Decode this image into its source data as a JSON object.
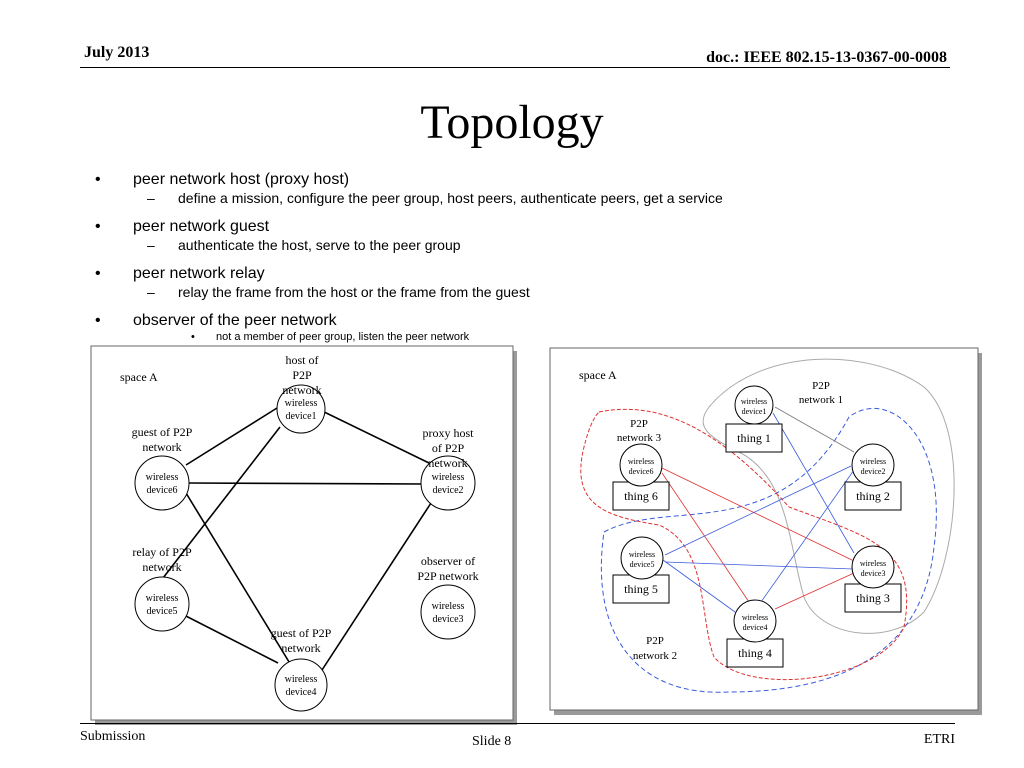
{
  "header": {
    "date": "July 2013",
    "doc_id": "doc.: IEEE 802.15-13-0367-00-0008"
  },
  "slide": {
    "title": "Topology",
    "bullets": [
      {
        "text": "peer network host (proxy host)",
        "sub": "define a mission, configure the peer group, host peers, authenticate peers, get a service"
      },
      {
        "text": "peer network guest",
        "sub": "authenticate the host, serve to the peer group"
      },
      {
        "text": "peer network relay",
        "sub": "relay the frame from the host or the frame from the guest"
      },
      {
        "text": "observer of the peer network",
        "sub3": "not a member of peer group, listen the peer network"
      }
    ],
    "markers": {
      "bullet": "•",
      "dash": "–"
    }
  },
  "left_diagram": {
    "space_label": "space A",
    "roles": {
      "host": [
        "host of",
        "P2P",
        "network"
      ],
      "guest6": [
        "guest of P2P",
        "network"
      ],
      "proxy": [
        "proxy host",
        "of P2P",
        "network"
      ],
      "relay": [
        "relay of P2P",
        "network"
      ],
      "observer": [
        "observer of",
        "P2P network"
      ],
      "guest4": [
        "guest of P2P",
        "network"
      ]
    },
    "devices": {
      "d1": [
        "wireless",
        "device1"
      ],
      "d6": [
        "wireless",
        "device6"
      ],
      "d2": [
        "wireless",
        "device2"
      ],
      "d5": [
        "wireless",
        "device5"
      ],
      "d3": [
        "wireless",
        "device3"
      ],
      "d4": [
        "wireless",
        "device4"
      ]
    }
  },
  "right_diagram": {
    "space_label": "space A",
    "networks": {
      "n1": [
        "P2P",
        "network 1"
      ],
      "n3": [
        "P2P",
        "network 3"
      ],
      "n2": [
        "P2P",
        "network 2"
      ]
    },
    "devices": {
      "d1": [
        "wireless",
        "device1"
      ],
      "d6": [
        "wireless",
        "device6"
      ],
      "d2": [
        "wireless",
        "device2"
      ],
      "d5": [
        "wireless",
        "device5"
      ],
      "d3": [
        "wireless",
        "device3"
      ],
      "d4": [
        "wireless",
        "device4"
      ]
    },
    "things": {
      "t1": "thing 1",
      "t6": "thing 6",
      "t2": "thing 2",
      "t5": "thing 5",
      "t3": "thing 3",
      "t4": "thing 4"
    },
    "colors": {
      "net1": "#999999",
      "net2": "#3b5bdb",
      "net3": "#e03131"
    }
  },
  "footer": {
    "left": "Submission",
    "center": "Slide 8",
    "right": "ETRI"
  }
}
